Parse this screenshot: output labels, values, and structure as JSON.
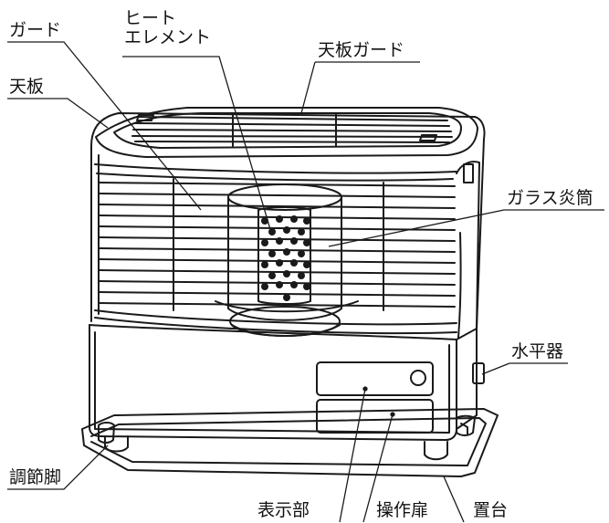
{
  "labels": {
    "guard": "ガード",
    "heat_element_line1": "ヒート",
    "heat_element_line2": "エレメント",
    "top_guard": "天板ガード",
    "top_plate": "天板",
    "glass_chimney": "ガラス炎筒",
    "level": "水平器",
    "adjust_leg": "調節脚",
    "display": "表示部",
    "operation_door": "操作扉",
    "stand": "置台"
  }
}
